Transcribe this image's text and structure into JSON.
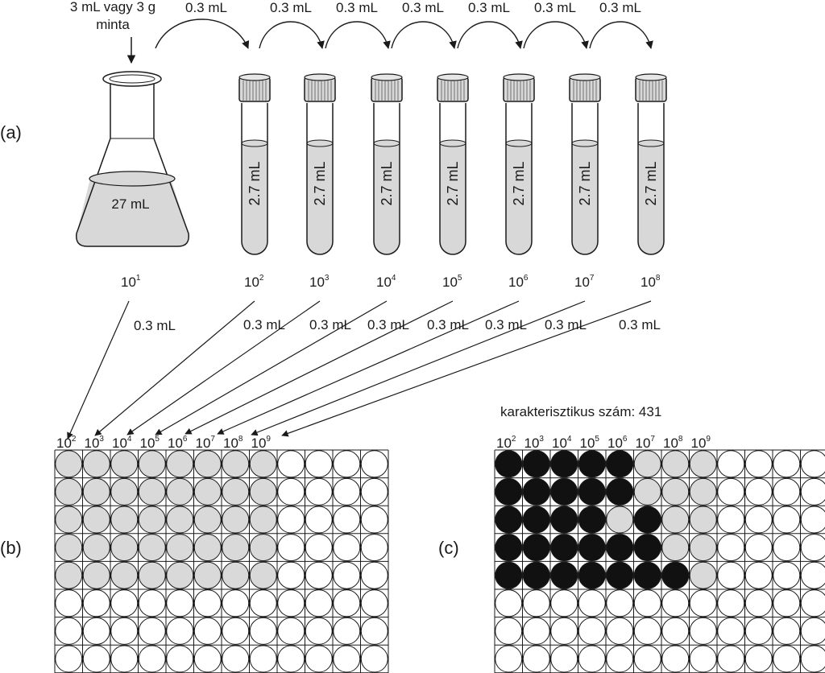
{
  "panels": {
    "a": "(a)",
    "b": "(b)",
    "c": "(c)"
  },
  "sample_label_line1": "3 mL vagy 3 g",
  "sample_label_line2": "minta",
  "transfer_volume": "0.3 mL",
  "flask": {
    "volume": "27 mL",
    "exp": "1"
  },
  "tube_volume": "2.7 mL",
  "tube_exps": [
    "2",
    "3",
    "4",
    "5",
    "6",
    "7",
    "8"
  ],
  "dilution_base": "10",
  "plate_column_exps": [
    "2",
    "3",
    "4",
    "5",
    "6",
    "7",
    "8",
    "9"
  ],
  "plate_b": {
    "rows": 8,
    "cols": 12,
    "wells": [
      "GGGGGGGGWWWW",
      "GGGGGGGGWWWW",
      "GGGGGGGGWWWW",
      "GGGGGGGGWWWW",
      "GGGGGGGGWWWW",
      "WWWWWWWWWWWW",
      "WWWWWWWWWWWW",
      "WWWWWWWWWWWW"
    ]
  },
  "plate_c": {
    "title": "karakterisztikus szám: 431",
    "rows": 8,
    "cols": 12,
    "wells": [
      "BBBBBGGGWWWW",
      "BBBBBGGGWWWW",
      "BBBBGBGGWWWW",
      "BBBBBBGGWWWW",
      "BBBBBBBGWWWW",
      "WWWWWWWWWWWW",
      "WWWWWWWWWWWW",
      "WWWWWWWWWWWW"
    ]
  },
  "colors": {
    "liquid": "#d8d8d8",
    "positive": "#111111",
    "turbid": "#d9d9d9",
    "empty": "#ffffff",
    "line": "#1a1a1a"
  }
}
